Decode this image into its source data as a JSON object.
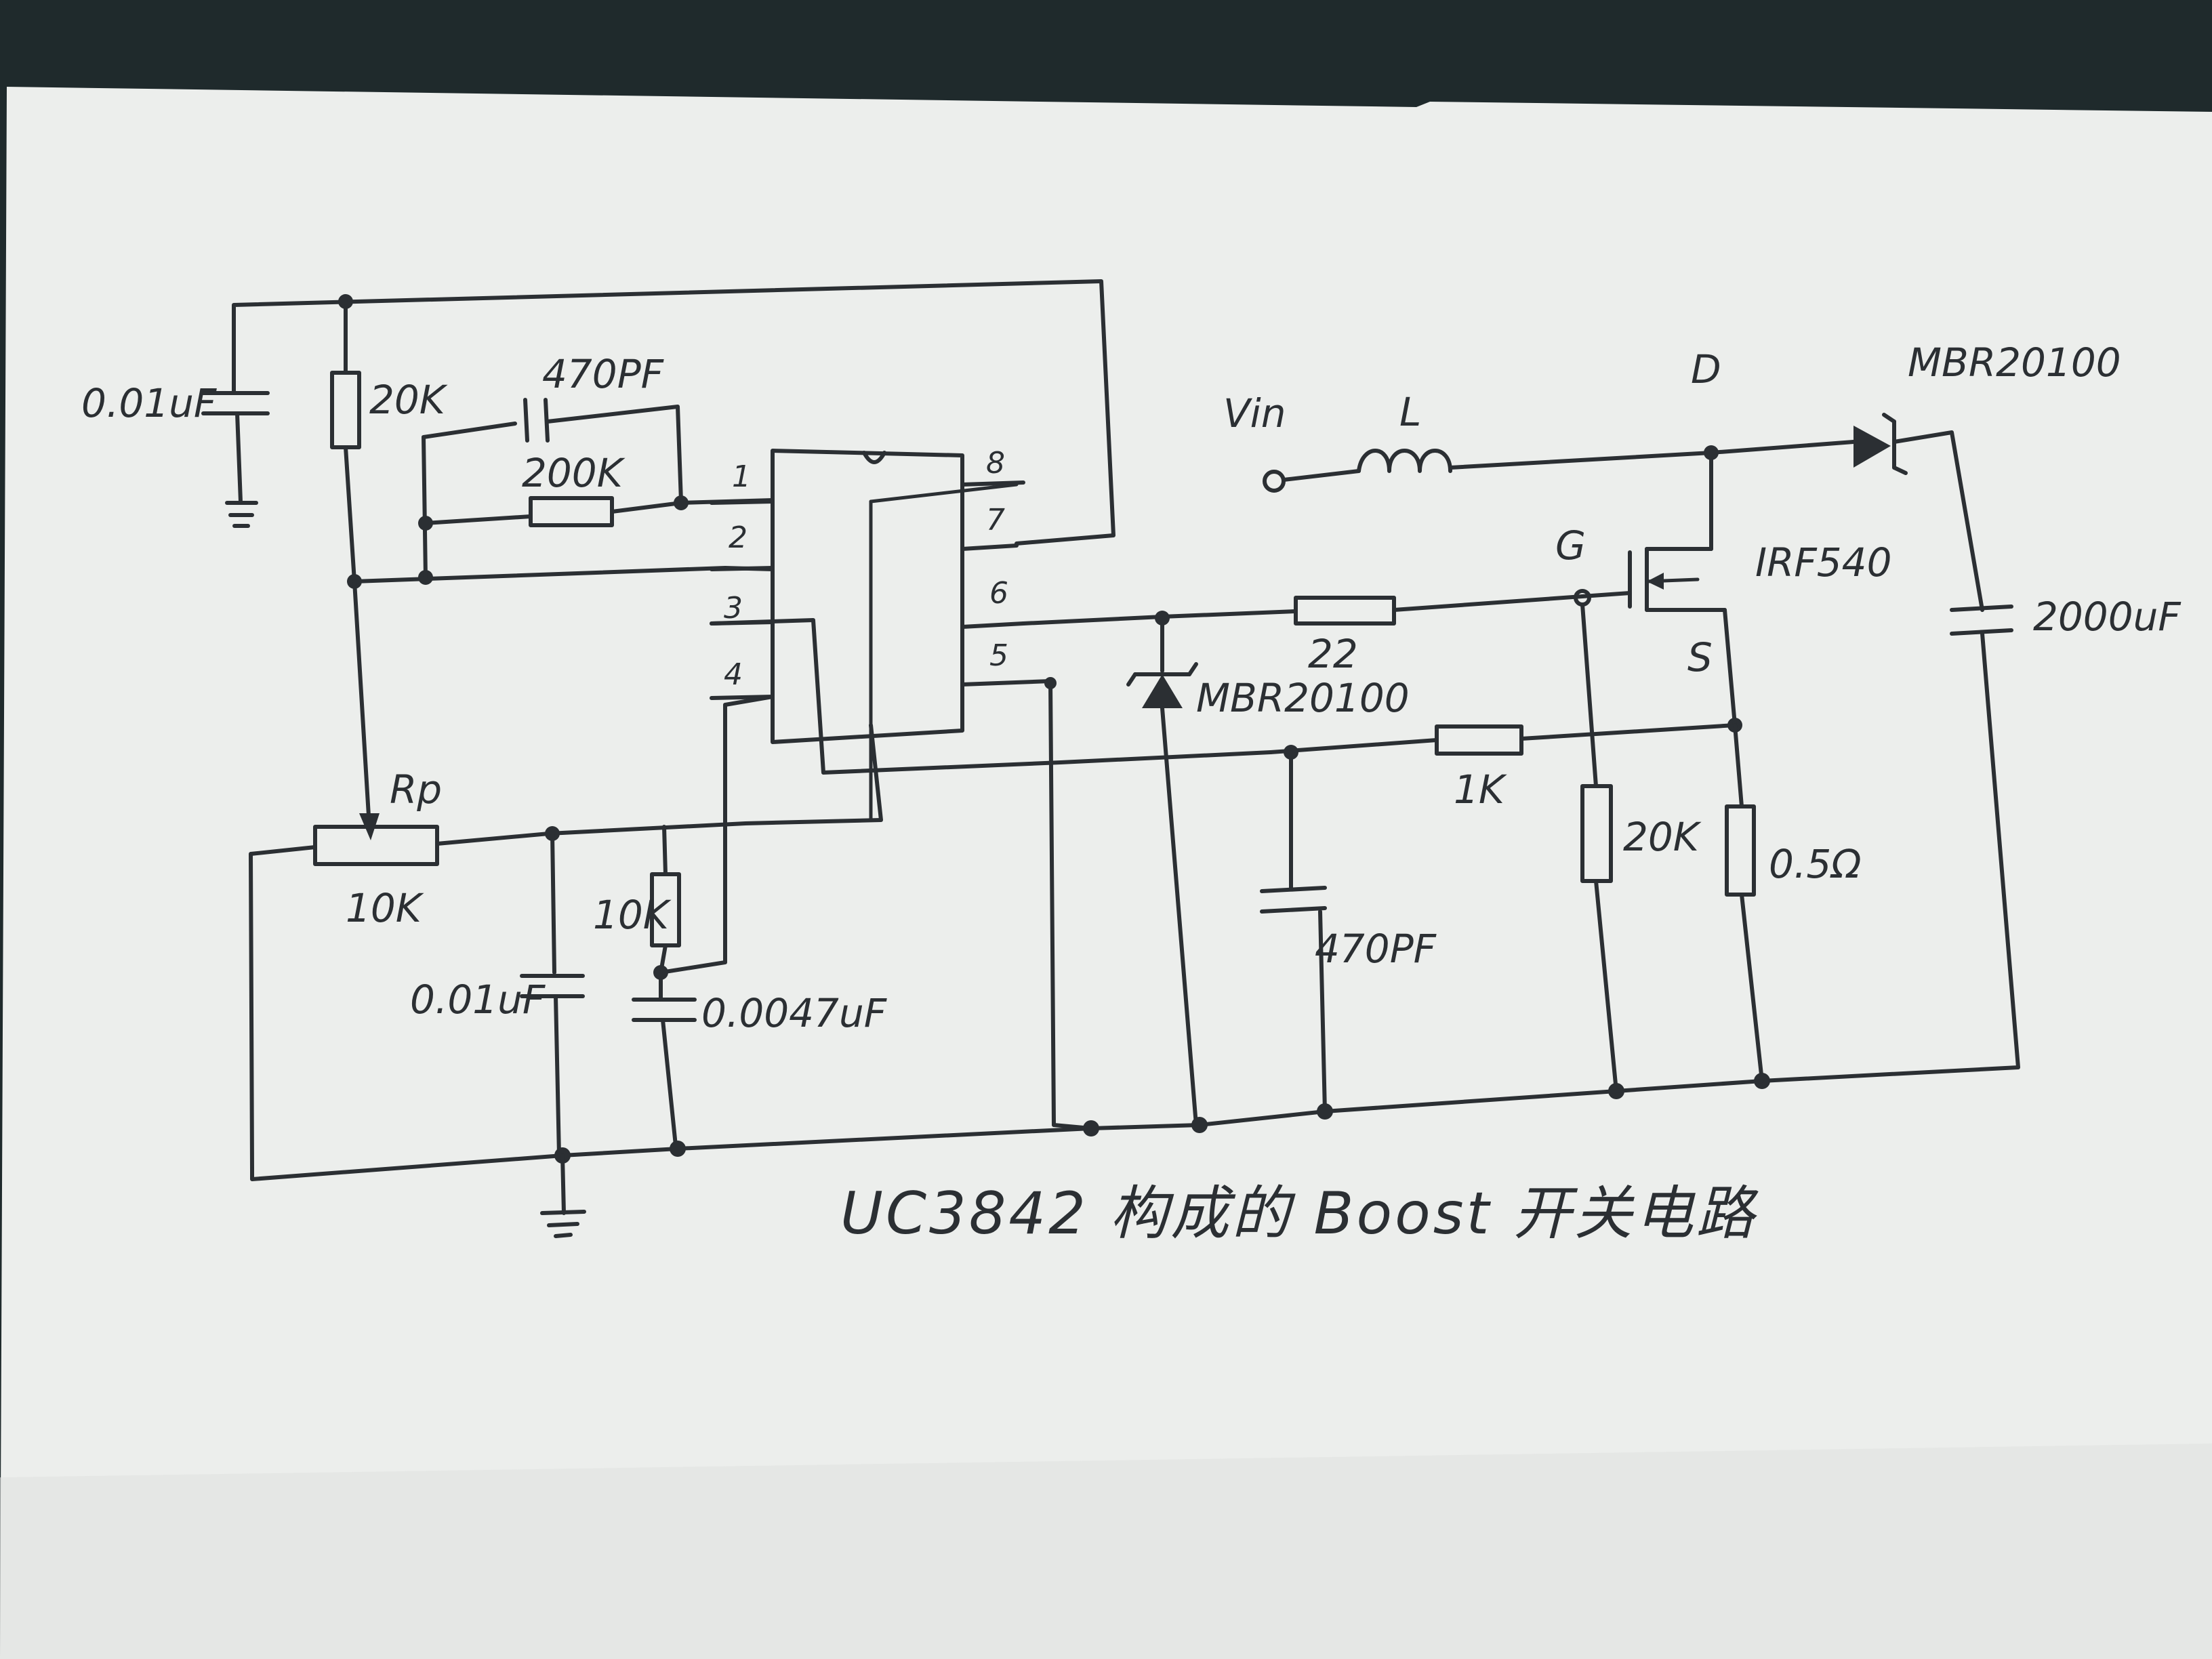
{
  "diagram": {
    "title": "UC3842 构成的 Boost 开关电路",
    "pins": [
      "1",
      "2",
      "3",
      "4",
      "5",
      "6",
      "7",
      "8"
    ],
    "components": {
      "c_top": "0.01uF",
      "r_top": "20K",
      "c_fb": "470PF",
      "r_fb": "200K",
      "pot_mark": "Rp",
      "pot_value": "10K",
      "c_bottom1": "0.01uF",
      "r_rt": "10K",
      "c_ct": "0.0047uF",
      "vin": "Vin",
      "inductor": "L",
      "node_d": "D",
      "diode_out": "MBR20100",
      "mosfet": "IRF540",
      "node_g": "G",
      "node_s": "S",
      "c_out": "2000uF",
      "r_gate": "22",
      "diode_mid": "MBR20100",
      "r_cs": "1K",
      "c_cs": "470PF",
      "r_gs": "20K",
      "r_sense": "0.5Ω"
    }
  }
}
